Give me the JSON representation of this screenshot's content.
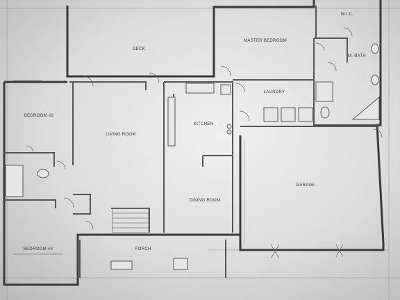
{
  "rooms": {
    "deck": "DECK",
    "master_bedroom": "MASTER BEDROOM",
    "wic": "W.I.C.",
    "master_bath": "M. BATH",
    "bedroom_2": "BEDROOM #2",
    "living_room": "LIVING ROOM",
    "kitchen": "KITCHEN",
    "laundry": "LAUNDRY",
    "dining_room": "DINING ROOM",
    "garage": "GARAGE",
    "bedroom_3": "BEDROOM #3",
    "porch": "PORCH"
  },
  "colors": {
    "line": "#3a3a3a",
    "paper": "#ececec"
  }
}
